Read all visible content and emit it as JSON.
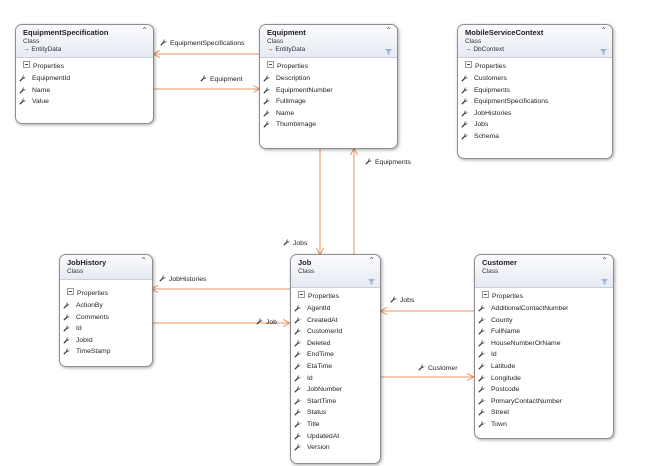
{
  "classes": {
    "equipment_specification": {
      "name": "EquipmentSpecification",
      "kind": "Class",
      "base": "EntityData",
      "section": "Properties",
      "properties": [
        "EquipmentId",
        "Name",
        "Value"
      ]
    },
    "equipment": {
      "name": "Equipment",
      "kind": "Class",
      "base": "EntityData",
      "section": "Properties",
      "properties": [
        "Description",
        "EquipmentNumber",
        "FullImage",
        "Name",
        "ThumbImage"
      ]
    },
    "mobile_service_context": {
      "name": "MobileServiceContext",
      "kind": "Class",
      "base": "DbContext",
      "section": "Properties",
      "properties": [
        "Customers",
        "Equipments",
        "EquipmentSpecifications",
        "JobHistories",
        "Jobs",
        "Schema"
      ]
    },
    "job_history": {
      "name": "JobHistory",
      "kind": "Class",
      "section": "Properties",
      "properties": [
        "ActionBy",
        "Comments",
        "Id",
        "JobId",
        "TimeStamp"
      ]
    },
    "job": {
      "name": "Job",
      "kind": "Class",
      "section": "Properties",
      "properties": [
        "AgentId",
        "CreatedAt",
        "CustomerId",
        "Deleted",
        "EndTime",
        "EtaTime",
        "Id",
        "JobNumber",
        "StartTime",
        "Status",
        "Title",
        "UpdatedAt",
        "Version"
      ]
    },
    "customer": {
      "name": "Customer",
      "kind": "Class",
      "section": "Properties",
      "properties": [
        "AdditionalContactNumber",
        "County",
        "FullName",
        "HouseNumberOrName",
        "Id",
        "Latitude",
        "Longitude",
        "Postcode",
        "PrimaryContactNumber",
        "Street",
        "Town"
      ]
    }
  },
  "associations": {
    "equipment_specifications": "EquipmentSpecifications",
    "equipment": "Equipment",
    "equipments": "Equipments",
    "jobs_top": "Jobs",
    "job_histories": "JobHistories",
    "job": "Job",
    "jobs_right": "Jobs",
    "customer": "Customer"
  },
  "colors": {
    "connector": "#e8935c",
    "border": "#8e8e8e"
  }
}
